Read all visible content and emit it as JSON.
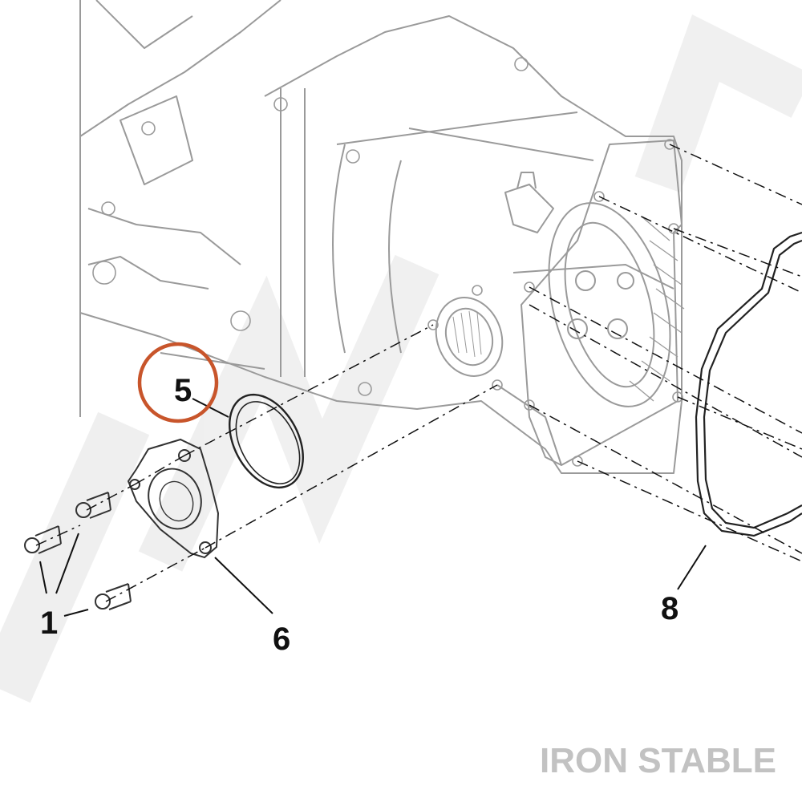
{
  "diagram": {
    "callouts": [
      {
        "id": "1",
        "label": "1"
      },
      {
        "id": "5",
        "label": "5",
        "highlighted": true
      },
      {
        "id": "6",
        "label": "6"
      },
      {
        "id": "8",
        "label": "8"
      }
    ],
    "highlight_color": "#c8552b",
    "line_color": "#111111",
    "part_stroke": "#9a9a9a"
  },
  "brand": {
    "name": "IRON STABLE",
    "color": "#c2c2c2"
  }
}
